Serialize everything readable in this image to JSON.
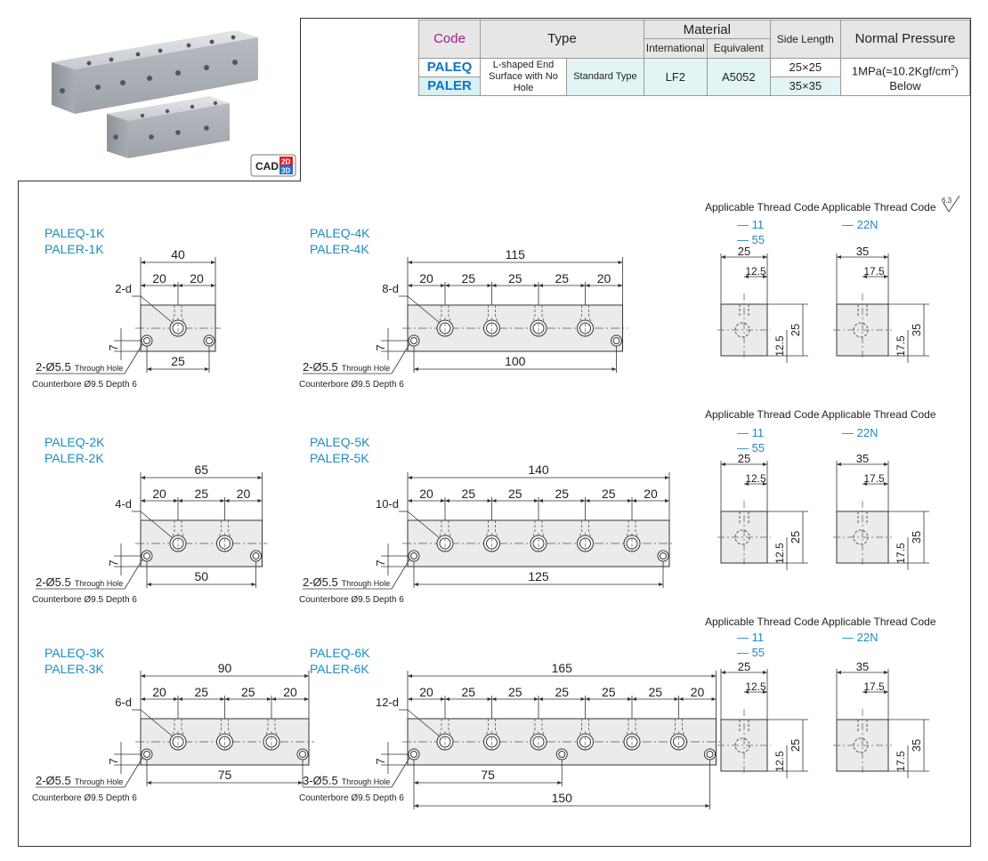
{
  "table": {
    "headers": {
      "code": "Code",
      "type": "Type",
      "material": "Material",
      "international": "International",
      "equivalent": "Equivalent",
      "side_length": "Side Length",
      "normal_pressure": "Normal Pressure"
    },
    "codes": [
      "PALEQ",
      "PALER"
    ],
    "type_desc": "L-shaped End Surface with No Hole",
    "type_std": "Standard Type",
    "material_international": "LF2",
    "material_equivalent": "A5052",
    "side_lengths": [
      "25×25",
      "35×35"
    ],
    "pressure_line1": "1MPa(≈10.2Kgf/cm",
    "pressure_sup": "2",
    "pressure_close": ")",
    "pressure_line2": "Below"
  },
  "cad": {
    "text": "CAD",
    "badge_top": "2D",
    "badge_bottom": "3D"
  },
  "roughness": "6.3",
  "models": [
    {
      "line1": "PALEQ-1K",
      "line2": "PALER-1K"
    },
    {
      "line1": "PALEQ-2K",
      "line2": "PALER-2K"
    },
    {
      "line1": "PALEQ-3K",
      "line2": "PALER-3K"
    },
    {
      "line1": "PALEQ-4K",
      "line2": "PALER-4K"
    },
    {
      "line1": "PALEQ-5K",
      "line2": "PALER-5K"
    },
    {
      "line1": "PALEQ-6K",
      "line2": "PALER-6K"
    }
  ],
  "applicable_label": "Applicable Thread Code",
  "thread_codes_25": [
    "11",
    "55"
  ],
  "thread_codes_35": [
    "22N"
  ],
  "thread_prefix": "—",
  "counterbore_note": "Counterbore Ø9.5 Depth 6",
  "through_hole_suffix": "Through Hole",
  "drawings": [
    {
      "total": "40",
      "segments": [
        "20",
        "20"
      ],
      "holes_label": "2-d",
      "bolt_label": "2-Ø5.5",
      "bottom_dim": "25",
      "side_dim": "7"
    },
    {
      "total": "65",
      "segments": [
        "20",
        "25",
        "20"
      ],
      "holes_label": "4-d",
      "bolt_label": "2-Ø5.5",
      "bottom_dim": "50",
      "side_dim": "7"
    },
    {
      "total": "90",
      "segments": [
        "20",
        "25",
        "25",
        "20"
      ],
      "holes_label": "6-d",
      "bolt_label": "2-Ø5.5",
      "bottom_dim": "75",
      "side_dim": "7"
    },
    {
      "total": "115",
      "segments": [
        "20",
        "25",
        "25",
        "25",
        "20"
      ],
      "holes_label": "8-d",
      "bolt_label": "2-Ø5.5",
      "bottom_dim": "100",
      "side_dim": "7"
    },
    {
      "total": "140",
      "segments": [
        "20",
        "25",
        "25",
        "25",
        "25",
        "20"
      ],
      "holes_label": "10-d",
      "bolt_label": "2-Ø5.5",
      "bottom_dim": "125",
      "side_dim": "7"
    },
    {
      "total": "165",
      "segments": [
        "20",
        "25",
        "25",
        "25",
        "25",
        "25",
        "20"
      ],
      "holes_label": "12-d",
      "bolt_label": "3-Ø5.5",
      "bottom_dim": "150",
      "mid_dim": "75",
      "side_dim": "7"
    }
  ],
  "sections": [
    {
      "width": "25",
      "half": "12.5",
      "height": "25",
      "half_h": "12.5"
    },
    {
      "width": "35",
      "half": "17.5",
      "height": "35",
      "half_h": "17.5"
    }
  ]
}
